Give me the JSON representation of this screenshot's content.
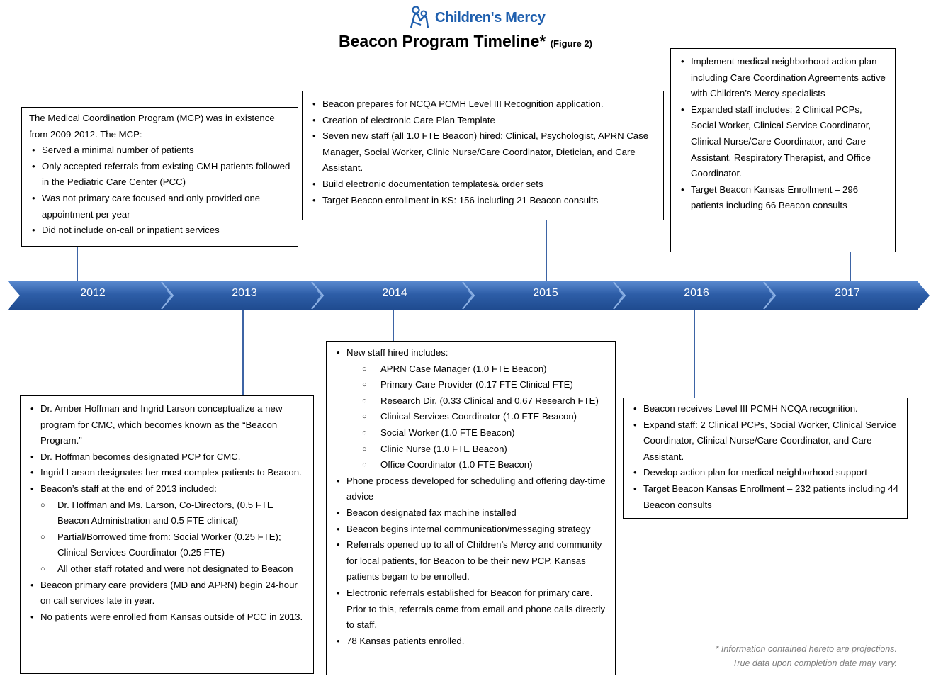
{
  "header": {
    "logo_text": "Children's Mercy",
    "title": "Beacon Program Timeline*",
    "figure_label": "(Figure 2)"
  },
  "timeline": {
    "years": [
      "2012",
      "2013",
      "2014",
      "2015",
      "2016",
      "2017"
    ],
    "arrow_color": "#2e5ea8"
  },
  "boxes": {
    "y2012": {
      "intro": "The Medical Coordination Program (MCP) was in existence from 2009-2012.  The MCP:",
      "bullets": [
        "Served a minimal number of patients",
        "Only accepted referrals from existing CMH patients followed in the Pediatric Care Center (PCC)",
        "Was not primary care focused and only provided one appointment per year",
        "Did not include on-call or inpatient services"
      ]
    },
    "y2013": {
      "bullets": [
        "Dr. Amber Hoffman and Ingrid Larson conceptualize a new program for CMC, which becomes known as the “Beacon Program.”",
        "Dr. Hoffman becomes designated PCP for CMC.",
        "Ingrid Larson designates her most complex patients to Beacon.",
        "Beacon’s staff at the end of 2013 included:"
      ],
      "sub": [
        "Dr. Hoffman and Ms. Larson, Co-Directors, (0.5 FTE Beacon Administration and 0.5 FTE clinical)",
        "Partial/Borrowed time from: Social Worker (0.25 FTE); Clinical Services Coordinator (0.25 FTE)",
        "All other staff rotated and were not designated to Beacon"
      ],
      "bullets2": [
        "Beacon primary care providers (MD and APRN) begin 24-hour on call services late in year.",
        "No patients were enrolled from Kansas outside of PCC in 2013."
      ]
    },
    "y2014": {
      "bullet_first": "New staff hired includes:",
      "sub": [
        "APRN Case Manager (1.0 FTE Beacon)",
        "Primary Care Provider (0.17 FTE Clinical FTE)",
        "Research Dir. (0.33 Clinical and 0.67 Research FTE)",
        "Clinical Services Coordinator (1.0 FTE Beacon)",
        "Social Worker (1.0 FTE Beacon)",
        "Clinic Nurse (1.0 FTE Beacon)",
        "Office Coordinator (1.0 FTE Beacon)"
      ],
      "bullets": [
        "Phone process developed for scheduling and offering day-time advice",
        "Beacon designated fax machine installed",
        "Beacon begins internal communication/messaging strategy",
        "Referrals opened up to all of Children’s Mercy and community for local patients, for Beacon to be their new PCP.  Kansas patients began to be enrolled.",
        "Electronic referrals established for Beacon for primary care.  Prior to this, referrals came from email and phone calls directly to staff.",
        "78 Kansas patients enrolled."
      ]
    },
    "y2015": {
      "bullets": [
        "Beacon prepares for NCQA PCMH Level III Recognition application.",
        "Creation of electronic Care Plan Template",
        "Seven new staff (all 1.0 FTE Beacon) hired: Clinical, Psychologist, APRN Case Manager, Social Worker, Clinic Nurse/Care Coordinator, Dietician, and Care Assistant.",
        "Build electronic documentation templates& order sets",
        "Target Beacon enrollment in KS: 156 including 21 Beacon consults"
      ]
    },
    "y2016": {
      "bullets": [
        "Beacon receives Level III PCMH NCQA recognition.",
        "Expand staff: 2 Clinical PCPs, Social Worker, Clinical Service Coordinator, Clinical Nurse/Care Coordinator, and Care Assistant.",
        "Develop action plan for medical neighborhood support",
        "Target Beacon Kansas Enrollment – 232 patients including 44 Beacon consults"
      ]
    },
    "y2017": {
      "bullets": [
        "Implement medical neighborhood action plan including Care Coordination Agreements active with Children’s Mercy specialists",
        "Expanded staff includes: 2 Clinical PCPs, Social Worker, Clinical Service Coordinator, Clinical Nurse/Care Coordinator, and Care Assistant, Respiratory Therapist, and Office Coordinator.",
        "Target Beacon Kansas Enrollment – 296 patients including 66 Beacon consults"
      ]
    }
  },
  "footnote": {
    "line1": "* Information contained hereto are projections.",
    "line2": "True data upon completion date may vary."
  }
}
